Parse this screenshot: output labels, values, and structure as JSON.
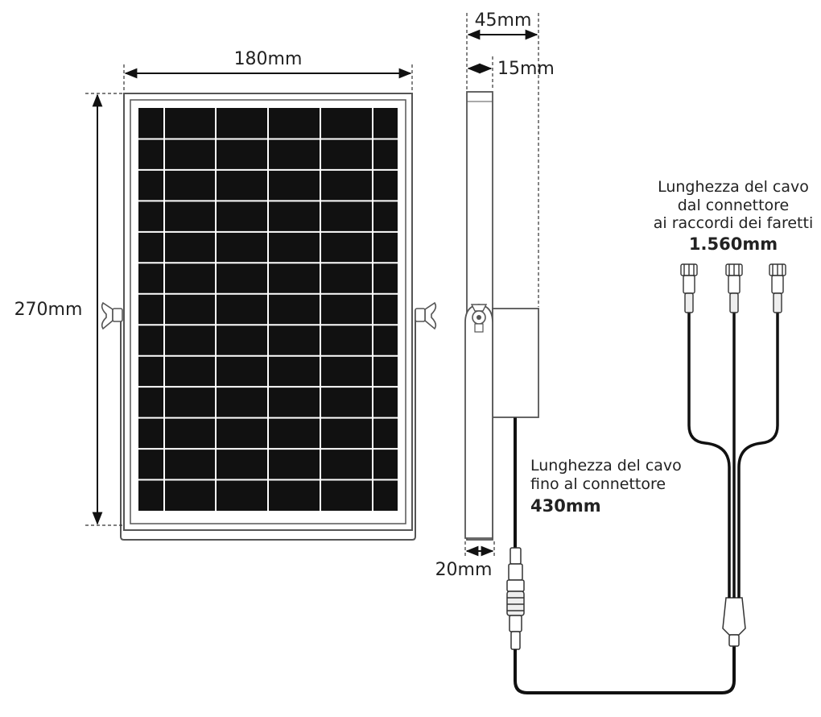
{
  "dimensions": {
    "width": "180mm",
    "height": "270mm",
    "depth_total": "45mm",
    "depth_panel": "15mm",
    "depth_bottom": "20mm"
  },
  "cable_to_connector": {
    "line1": "Lunghezza del cavo",
    "line2": "fino al connettore",
    "length": "430mm"
  },
  "cable_to_spotlights": {
    "line1": "Lunghezza del cavo",
    "line2": "dal connettore",
    "line3": "ai raccordi dei faretti",
    "length": "1.560mm"
  },
  "colors": {
    "cell": "#111111",
    "frame": "#555555",
    "cable": "#111111",
    "text": "#222222"
  }
}
